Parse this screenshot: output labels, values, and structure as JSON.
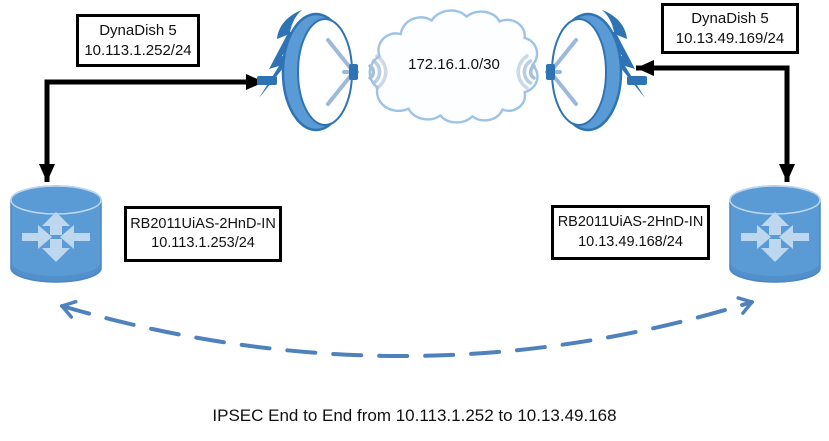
{
  "diagram": {
    "caption": "IPSEC End to End from 10.113.1.252 to 10.13.49.168",
    "cloud": {
      "label": "172.16.1.0/30"
    },
    "devices": {
      "dish_left": {
        "name": "DynaDish 5",
        "ip": "10.113.1.252/24"
      },
      "dish_right": {
        "name": "DynaDish 5",
        "ip": "10.13.49.169/24"
      },
      "router_left": {
        "name": "RB2011UiAS-2HnD-IN",
        "ip": "10.113.1.253/24"
      },
      "router_right": {
        "name": "RB2011UiAS-2HnD-IN",
        "ip": "10.13.49.168/24"
      }
    },
    "icons": {
      "dish": "satellite-dish-icon",
      "router": "router-icon",
      "cloud": "network-cloud-icon",
      "signal": "signal-waves-icon",
      "tunnel": "ipsec-tunnel-dashed-arrow",
      "connector": "black-elbow-arrow"
    },
    "colors": {
      "device_blue": "#5B9BD5",
      "device_blue_dark": "#2E74B5",
      "router_arrow_light": "#BDD7EE",
      "wave_blue": "#A9BFD8",
      "cloud_stroke": "#9DC3E6",
      "tunnel_blue": "#4F81BD",
      "connector_black": "#000000",
      "background": "#FFFFFF"
    }
  }
}
